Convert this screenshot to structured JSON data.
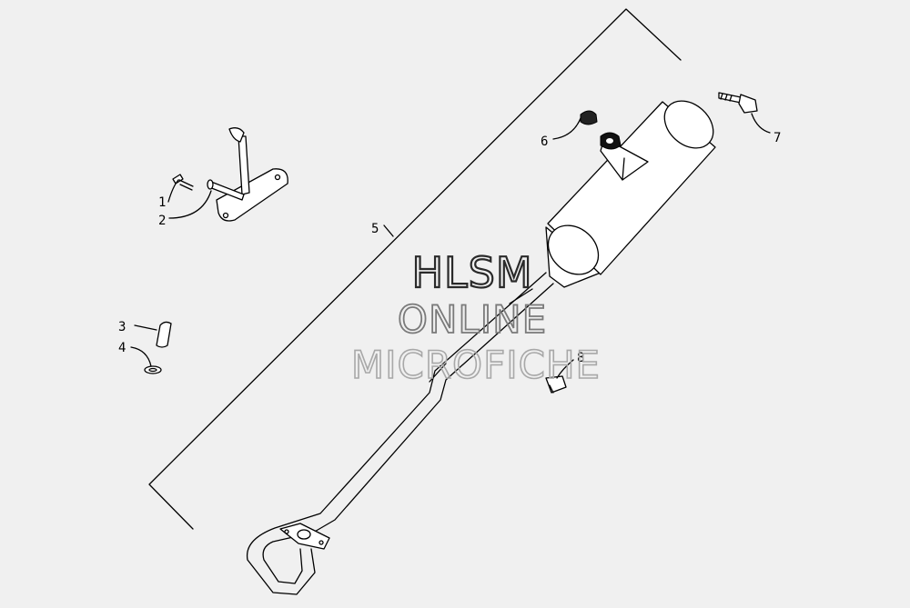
{
  "callouts": [
    {
      "number": "1"
    },
    {
      "number": "2"
    },
    {
      "number": "3"
    },
    {
      "number": "4"
    },
    {
      "number": "5"
    },
    {
      "number": "6"
    },
    {
      "number": "7"
    },
    {
      "number": "8"
    }
  ],
  "watermark": {
    "line1": "HLSM",
    "line2": "ONLINE",
    "line3": "MICROFICHE"
  },
  "colors": {
    "background": "#f0f0f0",
    "linework": "#000000",
    "watermark1": "#2a2a2a",
    "watermark2": "#7a7a7a",
    "watermark3": "#a8a8a8"
  }
}
